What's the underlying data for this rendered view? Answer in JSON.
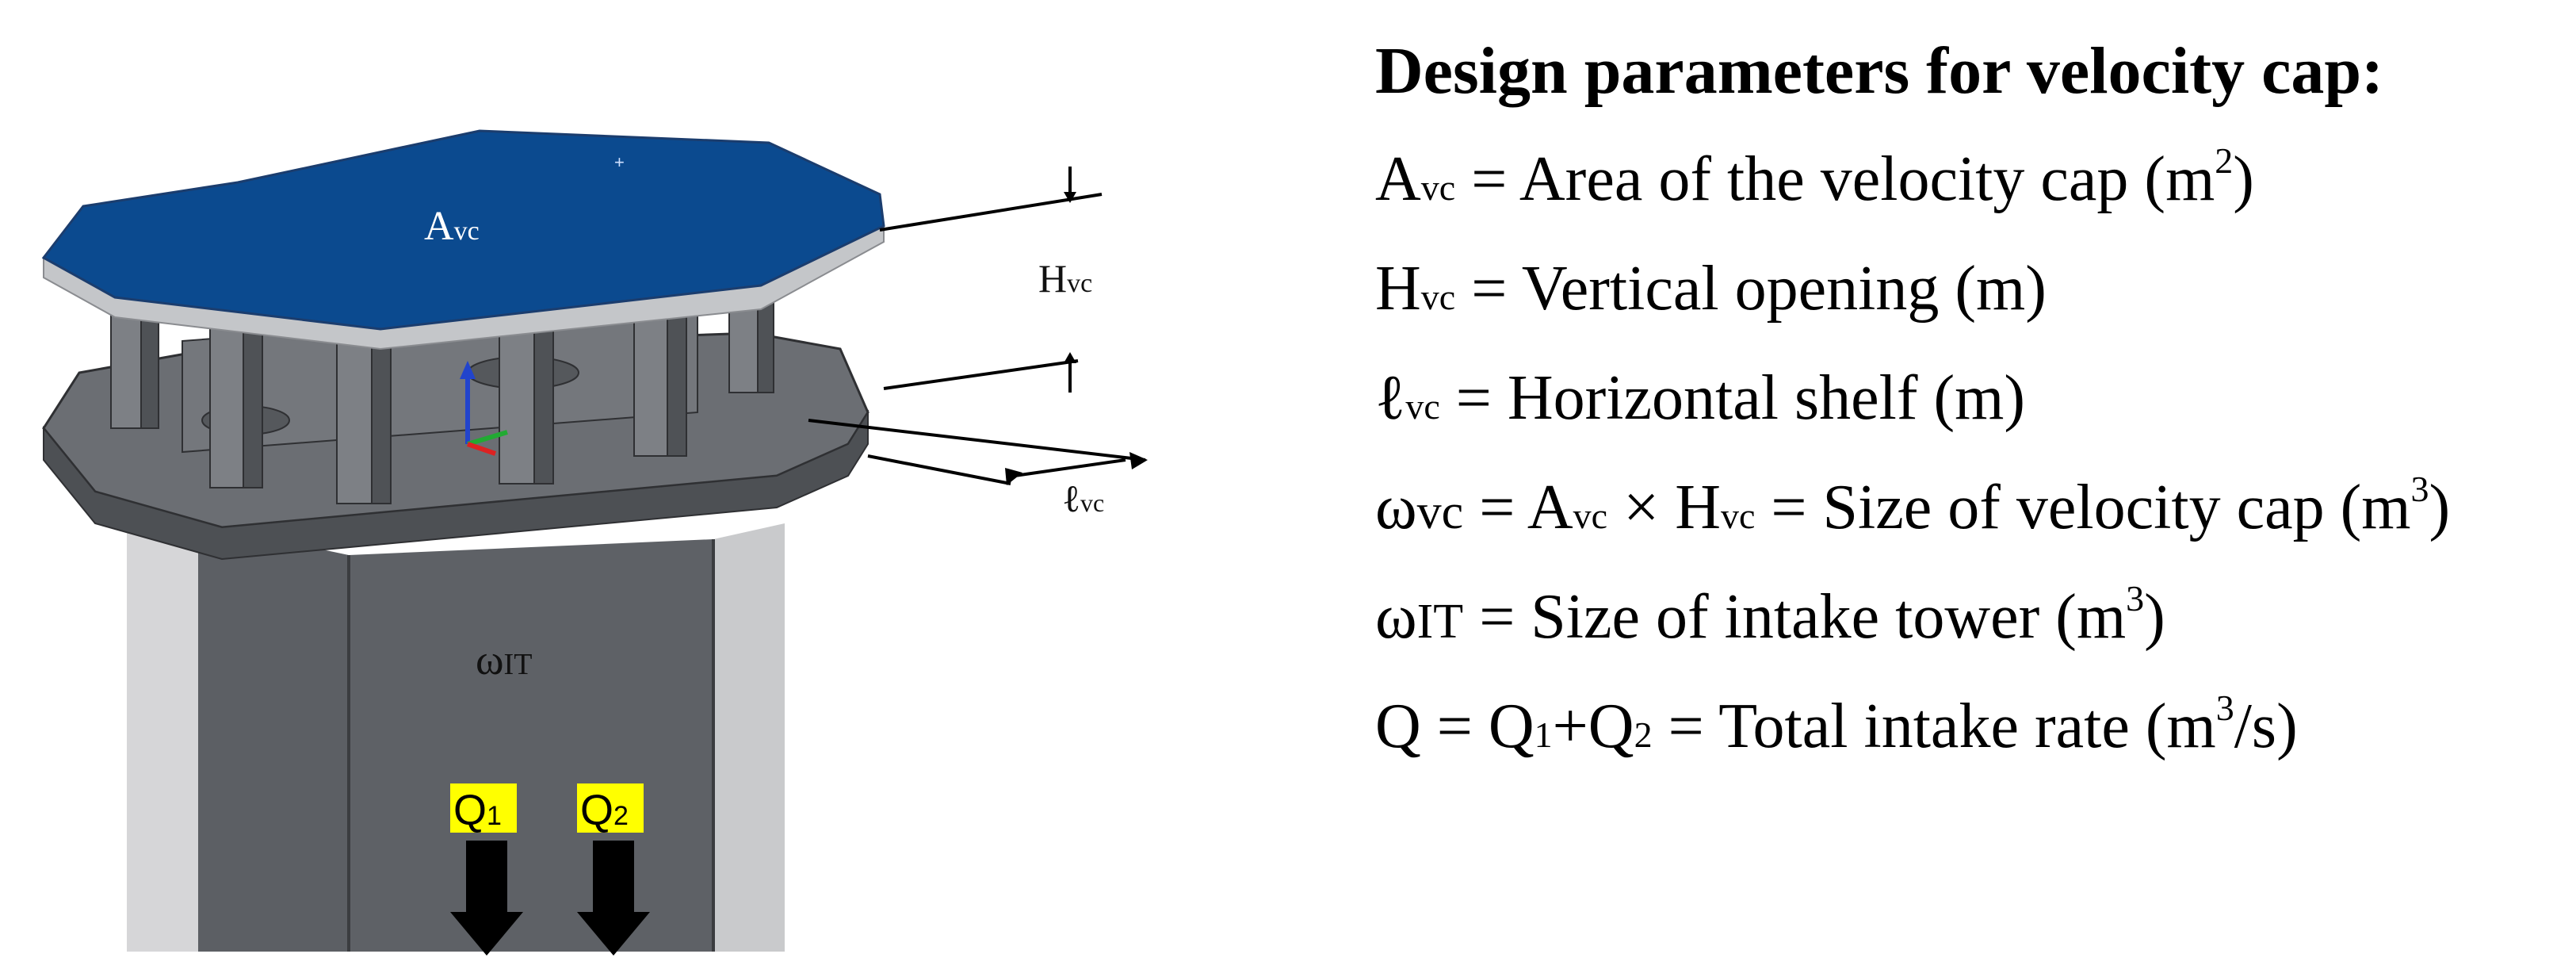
{
  "diagram": {
    "cap_label": {
      "main": "A",
      "sub": "vc"
    },
    "height_label": {
      "main": "H",
      "sub": "vc"
    },
    "shelf_label": {
      "main": "ℓ",
      "sub": "vc"
    },
    "tower_label": {
      "main": "ω",
      "sub": "IT"
    },
    "flows": [
      {
        "main": "Q",
        "sub": "1"
      },
      {
        "main": "Q",
        "sub": "2"
      }
    ],
    "colors": {
      "cap": "#0b4a8f",
      "structure": "#5f6368",
      "highlight": "#ffff00"
    }
  },
  "legend": {
    "title": "Design parameters for velocity cap:",
    "items": [
      {
        "sym": "A",
        "sub": "vc",
        "text": " = Area of the velocity cap (m",
        "sup": "2",
        "tail": ")"
      },
      {
        "sym": "H",
        "sub": "vc",
        "text": " = Vertical opening (m)"
      },
      {
        "sym": "ℓ",
        "sub": "vc",
        "text": " = Horizontal shelf (m)"
      },
      {
        "sym": "ω",
        "sub": "vc",
        "mid": " = A",
        "mid_sub": "vc",
        "mid2": " × H",
        "mid2_sub": "vc",
        "text": " = Size of velocity cap (m",
        "sup": "3",
        "tail": ")"
      },
      {
        "sym": "ω",
        "sub": "IT",
        "text": " = Size of intake tower (m",
        "sup": "3",
        "tail": ")"
      },
      {
        "sym": "Q = Q",
        "sub": "1",
        "mid": "+Q",
        "mid_sub": "2",
        "text": " = Total intake rate (m",
        "sup": "3",
        "tail": "/s)"
      }
    ]
  }
}
